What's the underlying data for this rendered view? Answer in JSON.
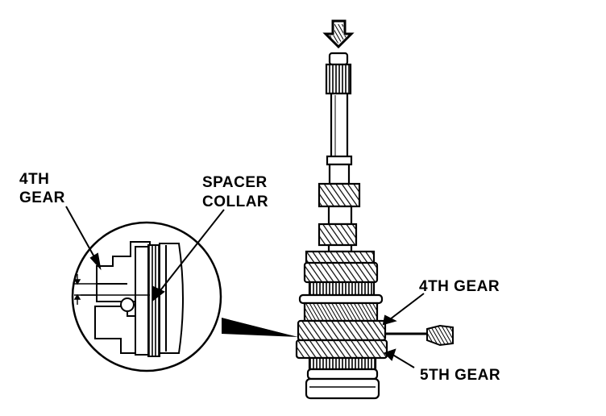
{
  "labels": {
    "inset_gear_line1": "4TH",
    "inset_gear_line2": "GEAR",
    "spacer_line1": "SPACER",
    "spacer_line2": "COLLAR",
    "fourth_gear": "4TH GEAR",
    "fifth_gear": "5TH GEAR"
  },
  "colors": {
    "ink": "#000000",
    "paper": "#ffffff"
  }
}
